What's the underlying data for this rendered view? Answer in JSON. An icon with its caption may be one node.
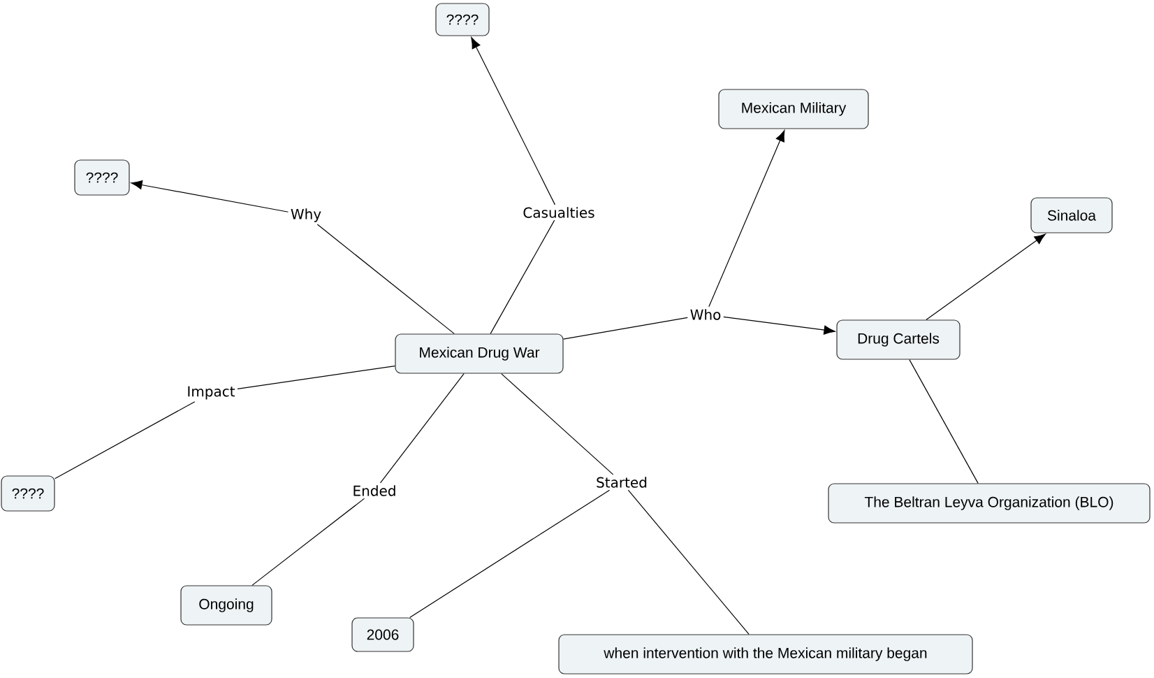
{
  "diagram": {
    "nodes": [
      {
        "text": [
          "????"
        ]
      },
      {
        "text": [
          "Mexican Military"
        ]
      },
      {
        "text": [
          "????"
        ]
      },
      {
        "text": [
          "Sinaloa"
        ]
      },
      {
        "text": [
          "Mexican Drug War"
        ]
      },
      {
        "text": [
          "Drug Cartels"
        ]
      },
      {
        "text": [
          "????"
        ]
      },
      {
        "text": [
          "Ongoing"
        ]
      },
      {
        "text": [
          "2006"
        ]
      },
      {
        "text": [
          "The Beltran Leyva Organization (BLO)"
        ]
      },
      {
        "text": [
          "when intervention with the Mexican military began"
        ]
      },
      {
        "text": [
          "Why"
        ]
      },
      {
        "text": [
          "Casualties"
        ]
      },
      {
        "text": [
          "Who"
        ]
      },
      {
        "text": [
          "Impact"
        ]
      },
      {
        "text": [
          "Ended"
        ]
      },
      {
        "text": [
          "Started"
        ]
      }
    ],
    "edges": [
      {
        "from": 4,
        "to": 11,
        "arrow": "none"
      },
      {
        "from": 11,
        "to": 2,
        "arrow": "to"
      },
      {
        "from": 4,
        "to": 12,
        "arrow": "none"
      },
      {
        "from": 12,
        "to": 0,
        "arrow": "to"
      },
      {
        "from": 4,
        "to": 13,
        "arrow": "none"
      },
      {
        "from": 13,
        "to": 1,
        "arrow": "to"
      },
      {
        "from": 13,
        "to": 5,
        "arrow": "to"
      },
      {
        "from": 4,
        "to": 14,
        "arrow": "none"
      },
      {
        "from": 14,
        "to": 6,
        "arrow": "none"
      },
      {
        "from": 4,
        "to": 15,
        "arrow": "none"
      },
      {
        "from": 15,
        "to": 7,
        "arrow": "none"
      },
      {
        "from": 4,
        "to": 16,
        "arrow": "none"
      },
      {
        "from": 16,
        "to": 8,
        "arrow": "none"
      },
      {
        "from": 16,
        "to": 10,
        "arrow": "none"
      },
      {
        "from": 5,
        "to": 3,
        "arrow": "to"
      },
      {
        "from": 5,
        "to": 9,
        "arrow": "none"
      }
    ]
  }
}
